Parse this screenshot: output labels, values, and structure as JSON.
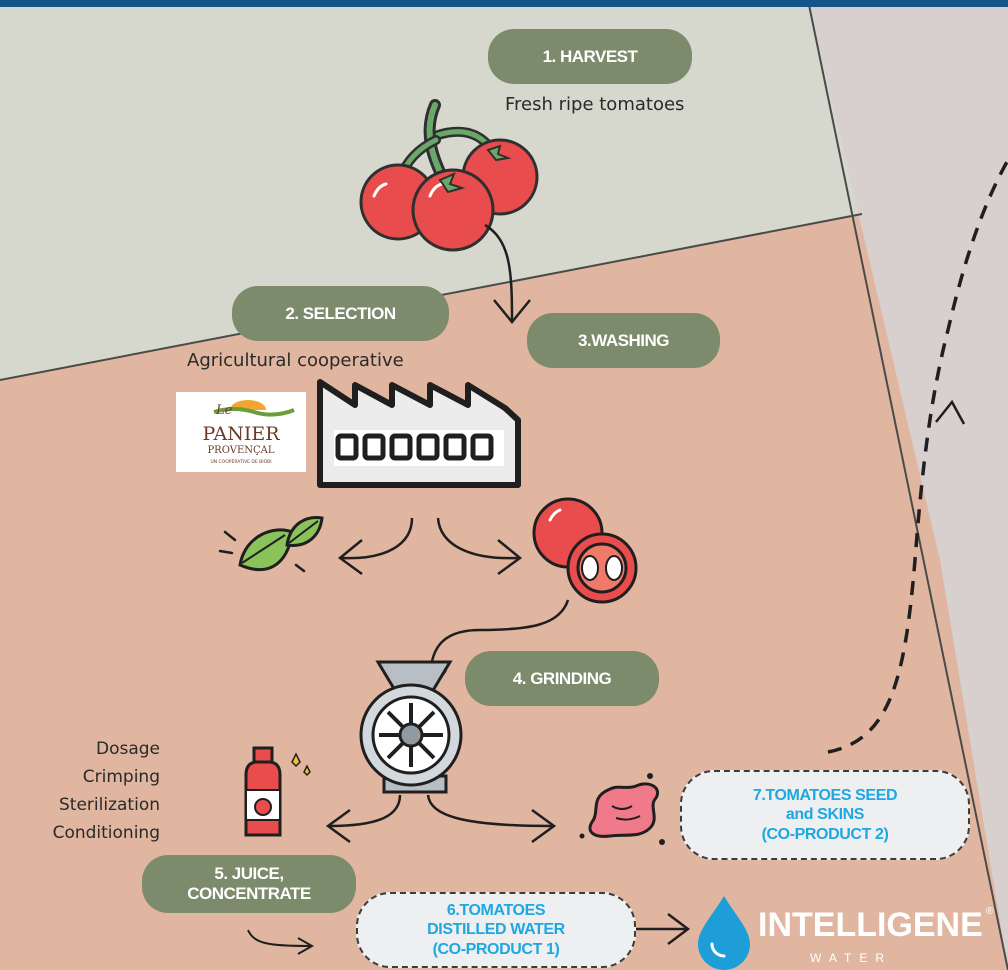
{
  "steps": {
    "harvest": "1. HARVEST",
    "harvest_caption": "Fresh ripe tomatoes",
    "selection": "2. SELECTION",
    "selection_caption": "Agricultural cooperative",
    "washing": "3.WASHING",
    "grinding": "4. GRINDING",
    "juice_line1": "5. JUICE,",
    "juice_line2": "CONCENTRATE"
  },
  "process_list": [
    "Dosage",
    "Crimping",
    "Sterilization",
    "Conditioning"
  ],
  "coproducts": {
    "distilled_line1": "6.TOMATOES",
    "distilled_line2": "DISTILLED WATER",
    "distilled_line3": "(CO-PRODUCT 1)",
    "seeds_line1": "7.TOMATOES SEED",
    "seeds_line2": "and SKINS",
    "seeds_line3": "(CO-PRODUCT 2)"
  },
  "logos": {
    "panier_top": "Le",
    "panier_main": "PANIER",
    "panier_sub": "PROVENÇAL",
    "panier_tagline": "UN COOPÉRATIVE DE BIOBI",
    "intelligene": "INTELLIGENE",
    "intelligene_reg": "®",
    "intelligene_sub": "WATER"
  },
  "colors": {
    "pill": "#7b8b6c",
    "background_top": "#d6d8ce",
    "background_main": "#e0b6a0",
    "background_right": "#d8d0cf",
    "coproduct_text": "#1ea7e0",
    "tomato": "#e94c4c",
    "border_top": "#14558a"
  },
  "icons": [
    "tomato-cluster-icon",
    "factory-icon",
    "leaves-icon",
    "sliced-tomato-icon",
    "grinder-icon",
    "juice-bottle-icon",
    "tomato-skin-icon",
    "water-drop-icon"
  ]
}
